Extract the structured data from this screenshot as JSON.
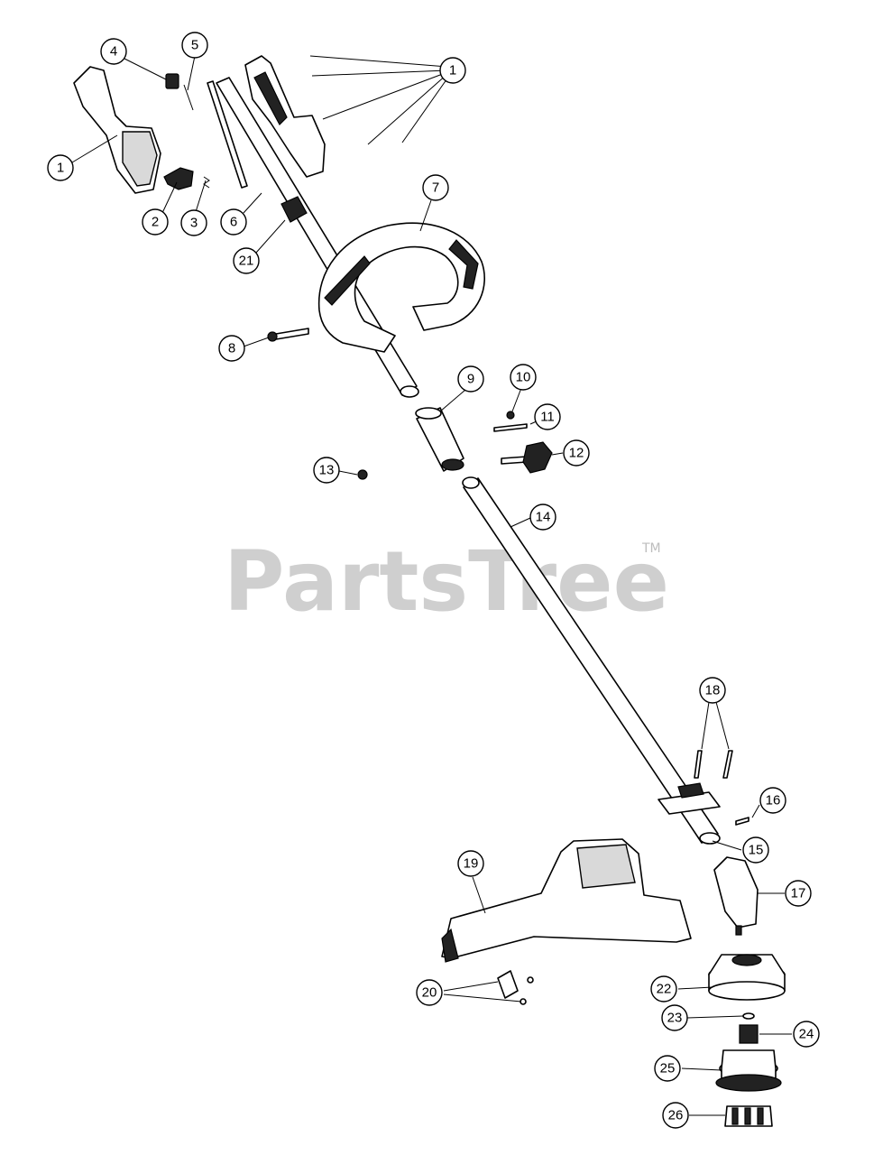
{
  "watermark": {
    "brand": "PartsTree",
    "trademark": "TM"
  },
  "callouts": [
    "1",
    "1",
    "2",
    "3",
    "4",
    "5",
    "6",
    "21",
    "7",
    "8",
    "9",
    "10",
    "11",
    "12",
    "13",
    "14",
    "18",
    "16",
    "15",
    "19",
    "17",
    "22",
    "20",
    "23",
    "24",
    "25",
    "26"
  ]
}
